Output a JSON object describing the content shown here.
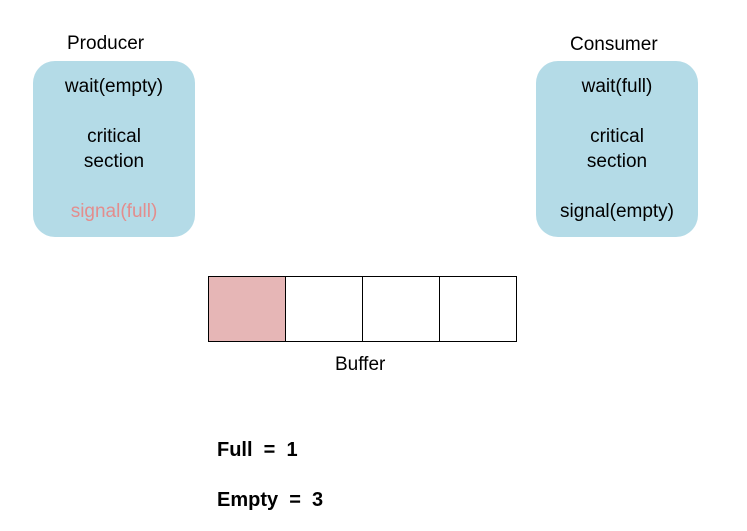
{
  "producer": {
    "title": "Producer",
    "steps": [
      "wait(empty)",
      "critical",
      "section",
      "signal(full)"
    ],
    "highlight_color": "#e38d8d"
  },
  "consumer": {
    "title": "Consumer",
    "steps": [
      "wait(full)",
      "critical",
      "section",
      "signal(empty)"
    ]
  },
  "box_color": "#b4dbe7",
  "buffer": {
    "label": "Buffer",
    "slots": 4,
    "filled": 1,
    "fill_color": "#e6b6b6"
  },
  "counters": {
    "full_text": "Full  =  1",
    "empty_text": "Empty  =  3"
  }
}
